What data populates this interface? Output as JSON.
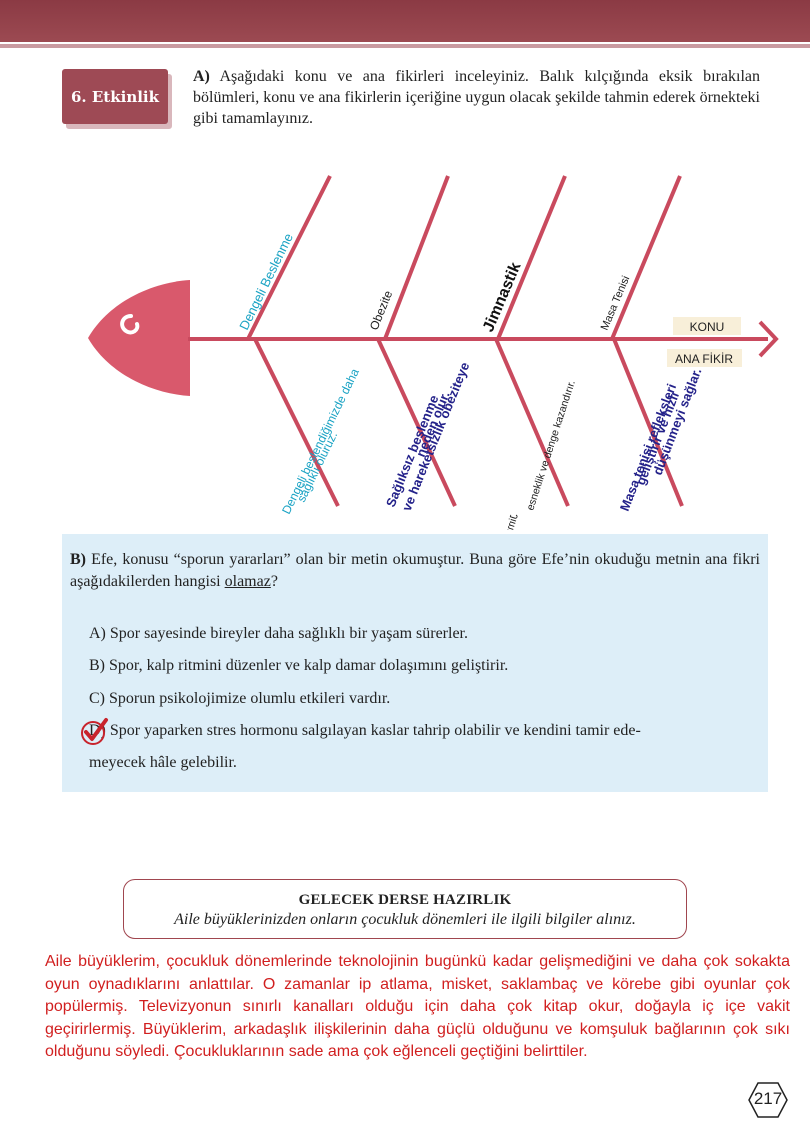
{
  "header": {
    "activity_label": "6. Etkinlik",
    "part_a_label": "A)",
    "part_a_instruction": "Aşağıdaki konu ve ana fikirleri inceleyiniz. Balık kılçığında eksik bırakılan bölümleri, konu ve ana fikirlerin içeriğine uygun olacak şekilde tahmin ederek örnekteki gibi tamamlayınız."
  },
  "fishbone": {
    "legend_topic": "KONU",
    "legend_main_idea": "ANA FİKİR",
    "colors": {
      "bone": "#c94a5e",
      "head": "#d9596c",
      "cyan": "#1aa3c4",
      "navy": "#24228a"
    },
    "branches": [
      {
        "topic": "Dengeli Beslenme",
        "idea_line1": "Dengeli beslendiğimizde daha",
        "idea_line2": "sağlıklı oluruz."
      },
      {
        "topic": "Obezite",
        "idea_line1": "Sağlıksız beslenme",
        "idea_line2": "ve hareketsizlik obeziteye",
        "idea_line3": "neden olur."
      },
      {
        "topic": "Jimnastik",
        "idea_line1": "Jimnastik vücudumuza",
        "idea_line2": "esneklik ve denge kazandırır."
      },
      {
        "topic": "Masa Tenisi",
        "idea_line1": "Masa tenisi refleksleri",
        "idea_line2": "geliştirir ve hızlı",
        "idea_line3": "düşünmeyi sağlar."
      }
    ]
  },
  "part_b": {
    "label": "B)",
    "question_start": "Efe, konusu “sporun yararları” olan bir metin okumuştur. Buna göre Efe’nin okuduğu metnin ana fikri aşağıdakilerden hangisi ",
    "question_underlined": "olamaz",
    "question_end": "?",
    "options": [
      "A) Spor sayesinde bireyler daha sağlıklı bir yaşam sürerler.",
      "B) Spor, kalp ritmini düzenler ve kalp damar dolaşımını geliştirir.",
      "C) Sporun psikolojimize olumlu etkileri vardır.",
      "D) Spor yaparken stres hormonu salgılayan kaslar tahrip olabilir ve kendini tamir ede-",
      "meyecek hâle gelebilir."
    ],
    "selected_option": "D"
  },
  "preparation": {
    "title": "GELECEK DERSE HAZIRLIK",
    "text": "Aile büyüklerinizden onların çocukluk dönemleri ile ilgili bilgiler alınız."
  },
  "answer_text": "Aile büyüklerim, çocukluk dönemlerinde teknolojinin bugünkü kadar gelişmediğini ve daha çok sokakta oyun oynadıklarını anlattılar. O zamanlar ip atlama, misket, saklambaç ve körebe gibi oyunlar çok popülermiş. Televizyonun sınırlı kanalları olduğu için daha çok kitap okur, doğayla iç içe vakit geçirirlermiş. Büyüklerim, arkadaşlık ilişkilerinin daha güçlü olduğunu ve komşuluk bağlarının çok sıkı olduğunu söyledi. Çocukluklarının sade ama çok eğlenceli geçtiğini belirttiler.",
  "page_number": "217"
}
